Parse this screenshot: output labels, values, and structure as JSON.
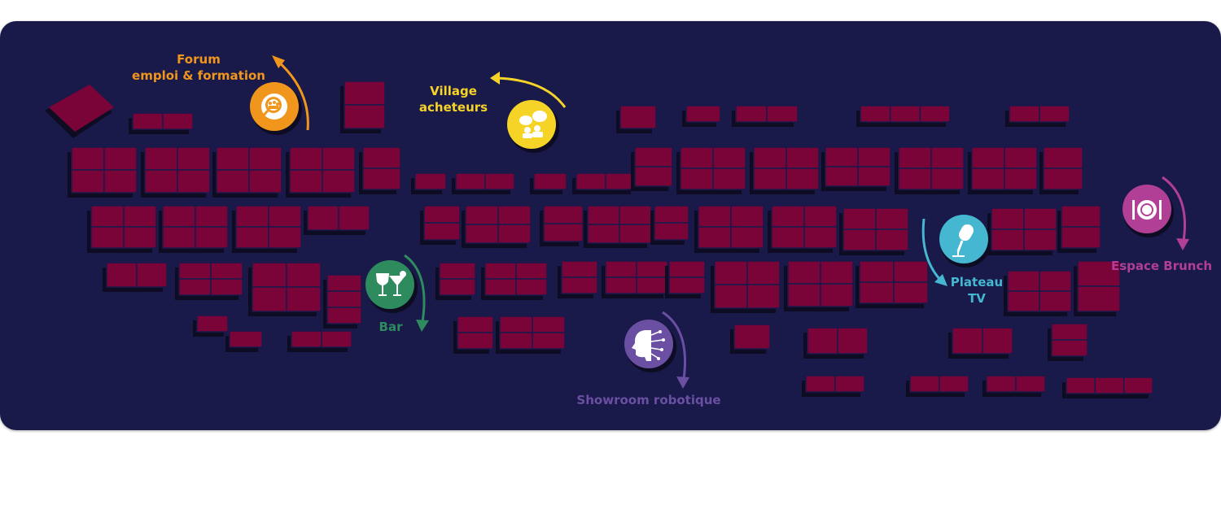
{
  "colors": {
    "background": "#19194a",
    "stand_top": "#7a0338",
    "stand_side": "#0d0c22",
    "stand_line": "#19194a",
    "forum": "#f0961c",
    "village": "#f5d327",
    "bar": "#2e8b5e",
    "showroom": "#6a4fa3",
    "plateau": "#45b7d1",
    "brunch": "#b23f96"
  },
  "zones": [
    {
      "id": "forum",
      "label": "Forum\nemploi & formation",
      "icon": "job-search-icon",
      "color": "#f0961c"
    },
    {
      "id": "village",
      "label": "Village\nacheteurs",
      "icon": "buyers-chat-icon",
      "color": "#f5d327"
    },
    {
      "id": "bar",
      "label": "Bar",
      "icon": "cocktail-glasses-icon",
      "color": "#2e8b5e"
    },
    {
      "id": "showroom",
      "label": "Showroom robotique",
      "icon": "robot-head-icon",
      "color": "#6a4fa3"
    },
    {
      "id": "plateau",
      "label": "Plateau\nTV",
      "icon": "microphone-icon",
      "color": "#45b7d1"
    },
    {
      "id": "brunch",
      "label": "Espace Brunch",
      "icon": "plate-cutlery-icon",
      "color": "#b23f96"
    }
  ]
}
